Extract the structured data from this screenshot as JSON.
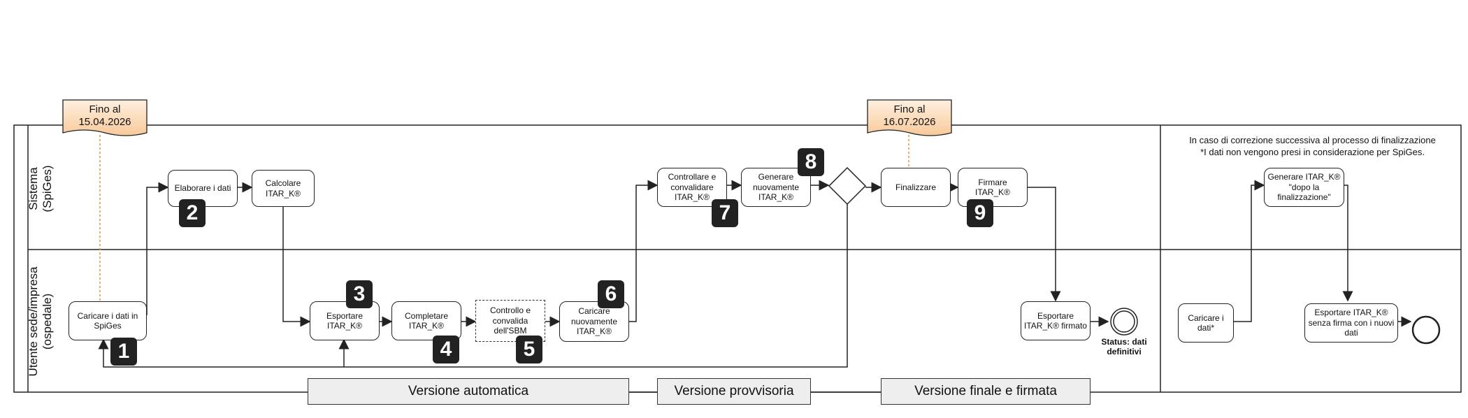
{
  "lanes": {
    "system": "Sistema\n(SpiGes)",
    "user": "Utente sede/impresa\n(ospedale)"
  },
  "deadlines": {
    "first": [
      "Fino al",
      "15.04.2026"
    ],
    "second": [
      "Fino al",
      "16.07.2026"
    ]
  },
  "tasks": {
    "upload": "Caricare i dati in SpiGes",
    "process": "Elaborare i dati",
    "calculate": "Calcolare ITAR_K®",
    "export": "Esportare ITAR_K®",
    "complete": "Completare ITAR_K®",
    "sbm_check": "Controllo e convalida dell'SBM",
    "reupload": "Caricare nuovamente ITAR_K®",
    "validate": "Controllare e convalidare ITAR_K®",
    "regenerate": "Generare nuovamente ITAR_K®",
    "finalize": "Finalizzare",
    "sign": "Firmare ITAR_K®",
    "export_signed": "Esportare ITAR_K® firmato",
    "upload_data": "Caricare i dati*",
    "generate_after": "Generare ITAR_K® \"dopo la finalizzazione\"",
    "export_unsigned": "Esportare ITAR_K® senza firma con i nuovi dati"
  },
  "badges": [
    "1",
    "2",
    "3",
    "4",
    "5",
    "6",
    "7",
    "8",
    "9"
  ],
  "status": "Status: dati definitivi",
  "note": {
    "line1": "In caso di correzione successiva al processo di finalizzazione",
    "line2": "*I dati non vengono presi in considerazione per SpiGes."
  },
  "phases": {
    "automatic": "Versione automatica",
    "provisional": "Versione provvisoria",
    "final": "Versione finale e firmata"
  },
  "colors": {
    "deadline_fill": "#fbd9b8",
    "deadline_line": "#f0903a",
    "phase_fill": "#eeeeee",
    "badge": "#222222"
  }
}
